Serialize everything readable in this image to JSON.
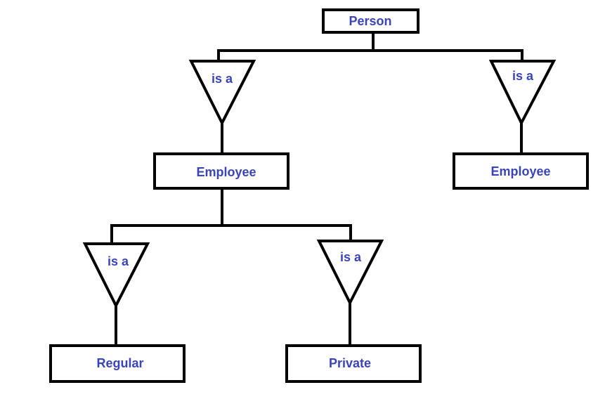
{
  "text_color": "#3a44b8",
  "line_color": "#000000",
  "entities": {
    "person": "Person",
    "employee_left": "Employee",
    "employee_right": "Employee",
    "regular": "Regular",
    "private": "Private"
  },
  "relationships": {
    "isa_top_left": "is a",
    "isa_top_right": "is a",
    "isa_bottom_left": "is a",
    "isa_bottom_right": "is a"
  }
}
